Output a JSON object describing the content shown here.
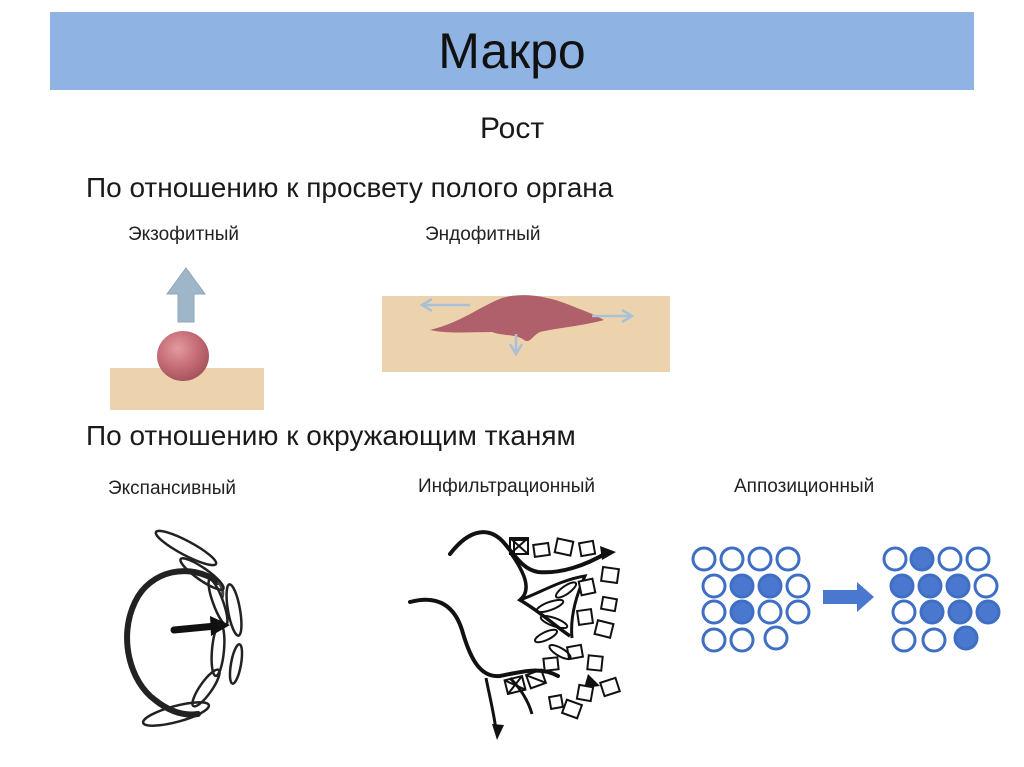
{
  "header": {
    "title": "Макро"
  },
  "subtitle": "Рост",
  "section_lumen": {
    "heading": "По отношению к просвету полого органа",
    "exophytic": "Экзофитный",
    "endophytic": "Эндофитный"
  },
  "section_tissue": {
    "heading": "По отношению к окружающим тканям",
    "expansive": "Экспансивный",
    "infiltrative": "Инфильтрационный",
    "appositional": "Аппозиционный"
  },
  "colors": {
    "title_bg": "#8fb4e3",
    "tissue": "#ecd3ad",
    "tumor": "#b0606a",
    "arrow": "#9fb6c9",
    "cell_fill": "#4a78cf",
    "cell_stroke": "#3f6fc4"
  }
}
